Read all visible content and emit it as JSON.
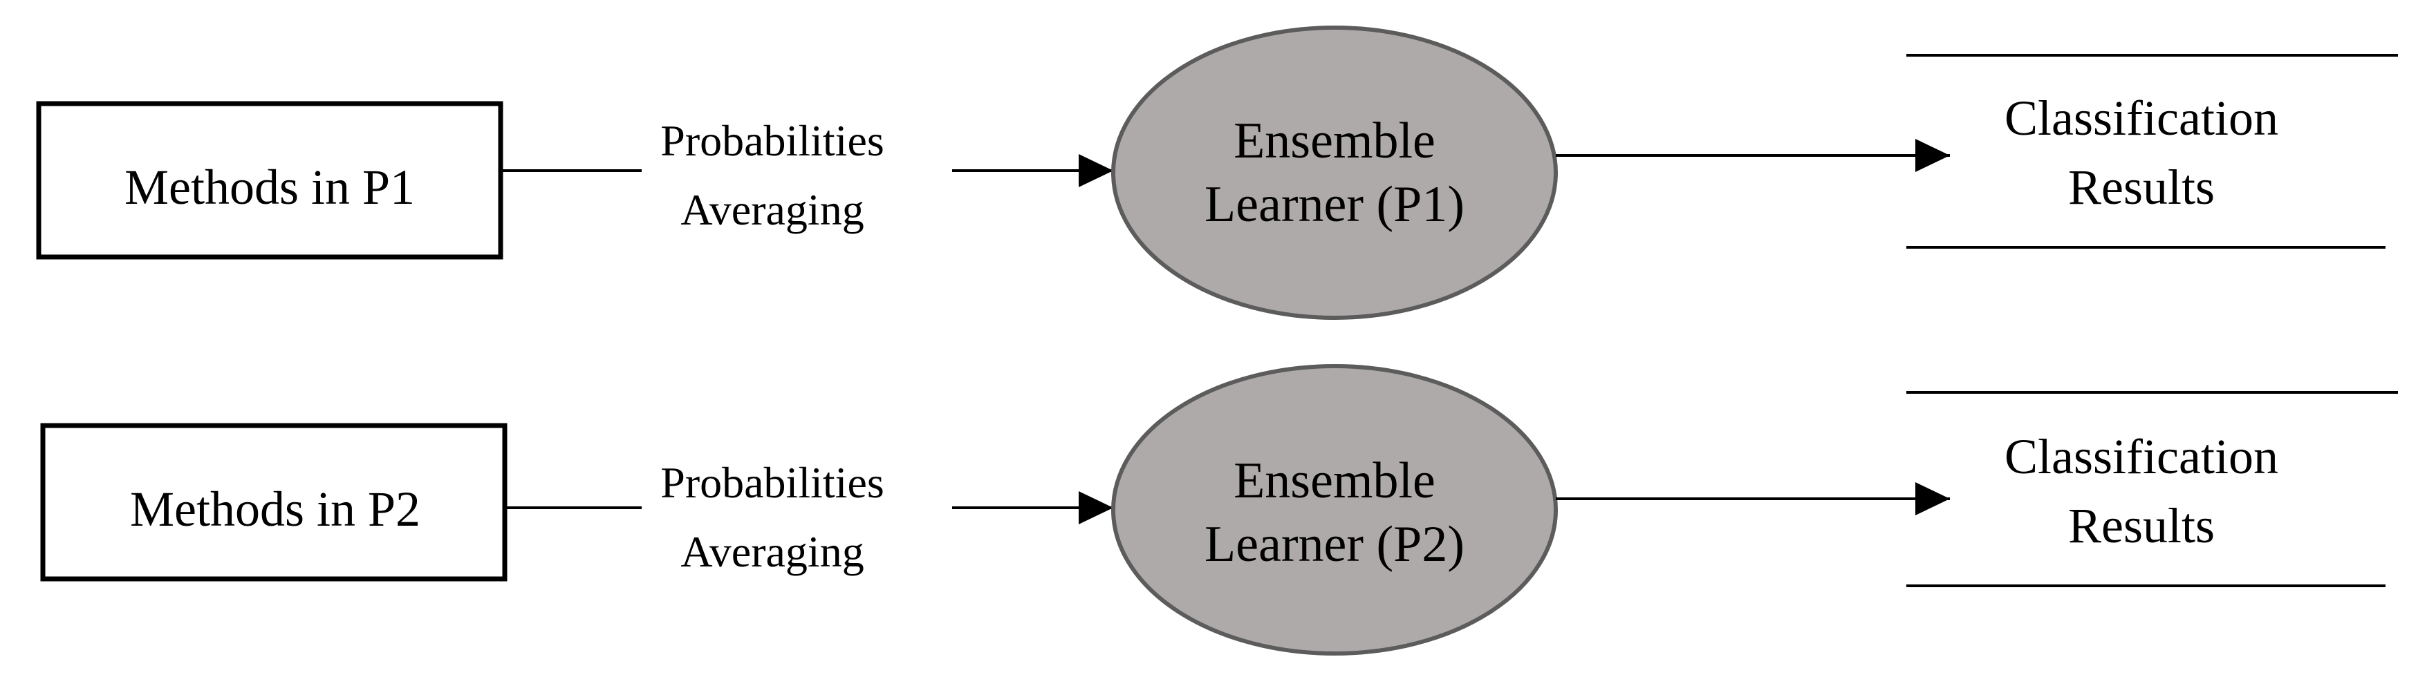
{
  "colors": {
    "node_fill": "#aeaaa9",
    "node_stroke": "#5c5c5c",
    "line": "#000000"
  },
  "rows": [
    {
      "method": "Methods in P1",
      "edge_label": [
        "Probabilities",
        "Averaging"
      ],
      "ensemble": [
        "Ensemble",
        "Learner (P1)"
      ],
      "result": [
        "Classification",
        "Results"
      ]
    },
    {
      "method": "Methods in P2",
      "edge_label": [
        "Probabilities",
        "Averaging"
      ],
      "ensemble": [
        "Ensemble",
        "Learner (P2)"
      ],
      "result": [
        "Classification",
        "Results"
      ]
    }
  ]
}
